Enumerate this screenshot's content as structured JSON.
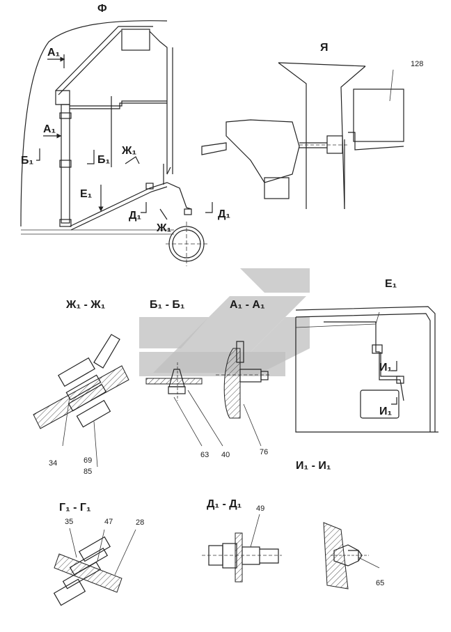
{
  "views": {
    "view_f": "Ф",
    "view_ya": "Я",
    "view_e1": "Е₁",
    "section_zh1": "Ж₁ - Ж₁",
    "section_b1": "Б₁ - Б₁",
    "section_a1": "А₁ - А₁",
    "section_i1": "И₁ - И₁",
    "section_g1": "Г₁ - Г₁",
    "section_d1": "Д₁ - Д₁"
  },
  "cut_marks": {
    "a1_top": "А₁",
    "a1_mid": "А₁",
    "b1_left": "Б₁",
    "b1_right": "Б₁",
    "zh1_top": "Ж₁",
    "zh1_bottom": "Ж₁",
    "e1_arrow": "Е₁",
    "d1_left": "Д₁",
    "d1_right": "Д₁",
    "i1_top": "И₁",
    "i1_bottom": "И₁"
  },
  "callouts": {
    "p128": "128",
    "p34": "34",
    "p69": "69",
    "p85": "85",
    "p63": "63",
    "p40": "40",
    "p76": "76",
    "p35": "35",
    "p47": "47",
    "p28": "28",
    "p49": "49",
    "p65": "65"
  }
}
